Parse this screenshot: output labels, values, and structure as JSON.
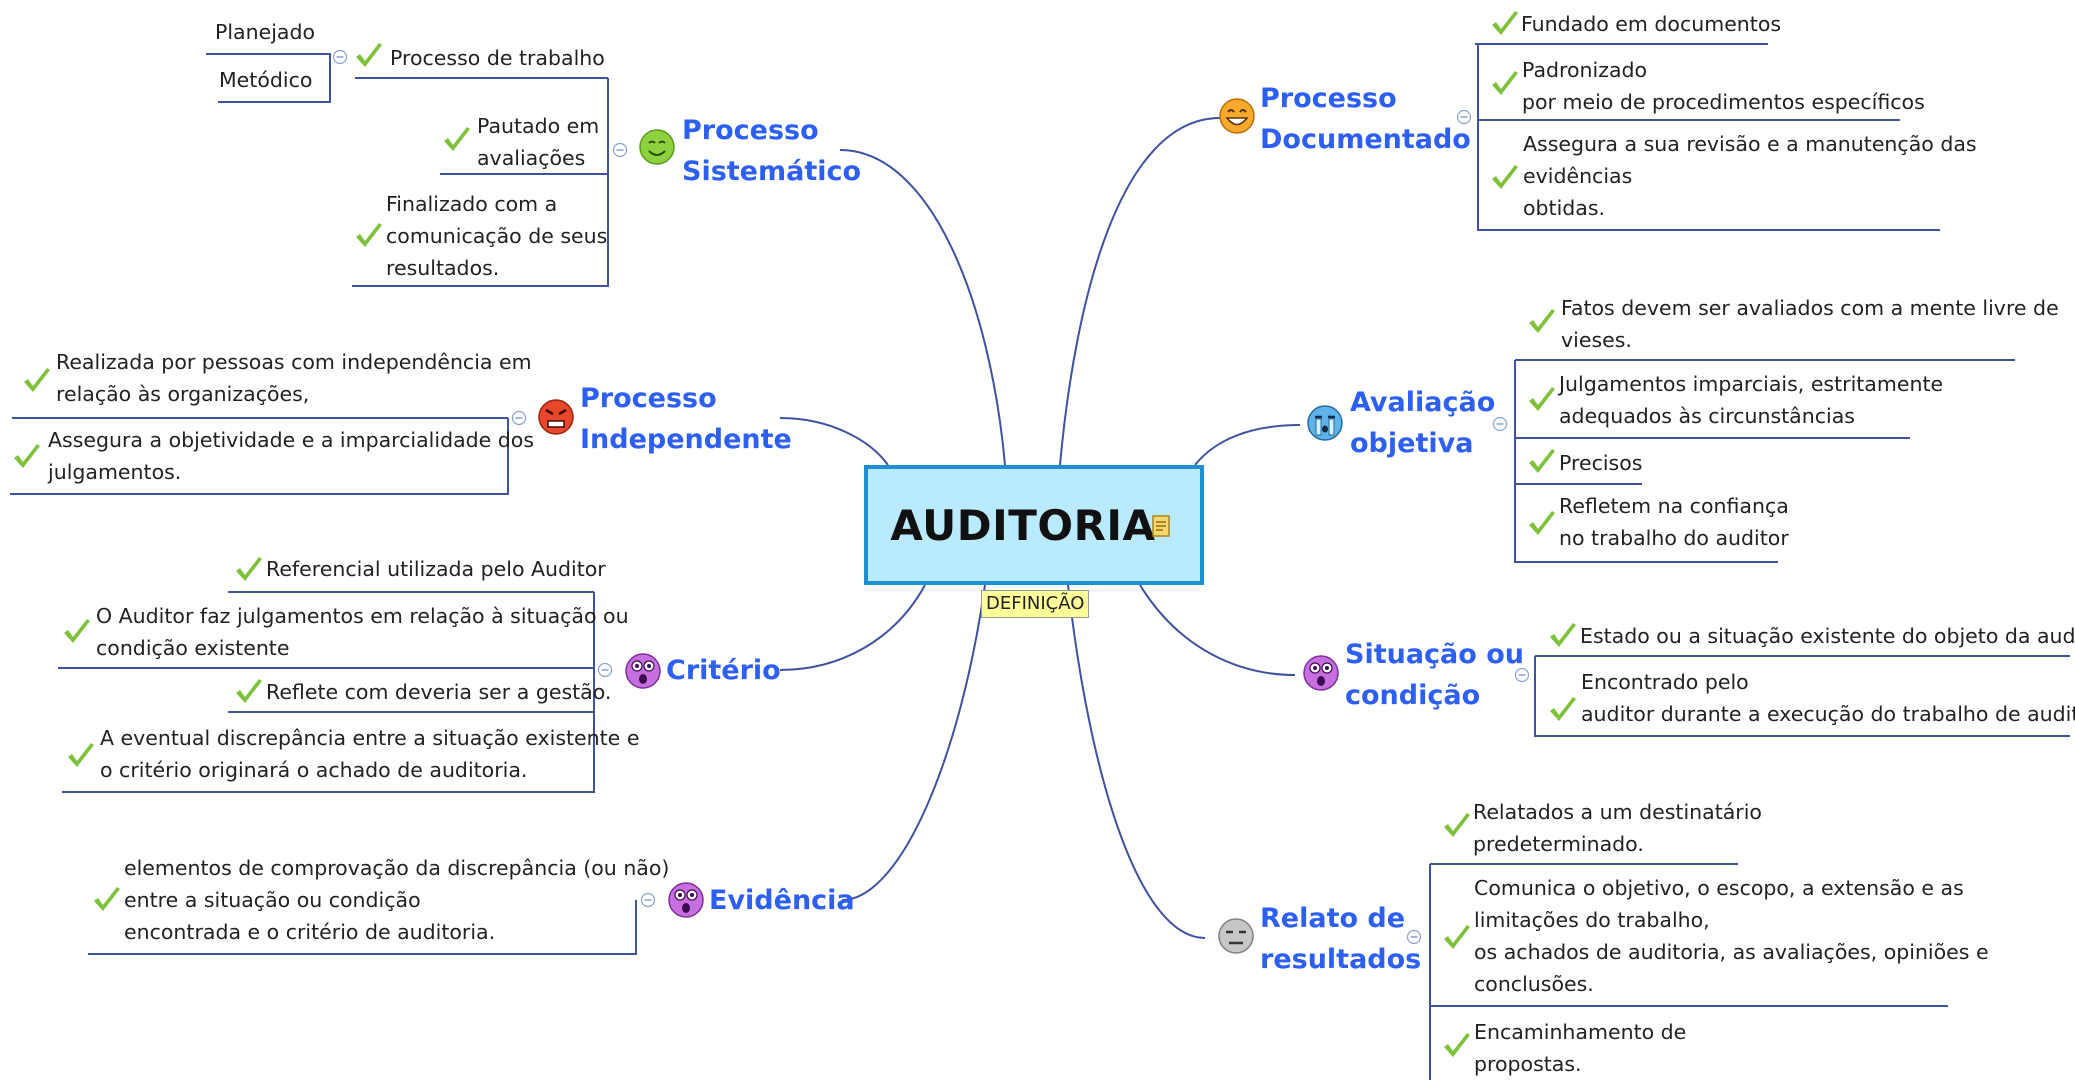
{
  "central": {
    "title": "AUDITORIA",
    "tag": "DEFINIÇÃO"
  },
  "colors": {
    "branch_text": "#2d5ff2",
    "line": "#3f51a0",
    "central_fill": "#b9eaff",
    "central_border": "#1e8fd0",
    "check": "#7ec23a",
    "tag_fill": "#ffff99"
  },
  "branches": {
    "sistematico": {
      "title_lines": [
        "Processo",
        "Sistemático"
      ],
      "icon": "smile-face-icon",
      "items": [
        {
          "lines": [
            "Processo de trabalho"
          ],
          "sub": [
            "Planejado",
            "Metódico"
          ]
        },
        {
          "lines": [
            "Pautado em",
            "avaliações"
          ]
        },
        {
          "lines": [
            "Finalizado com a",
            "comunicação de seus",
            "resultados."
          ]
        }
      ]
    },
    "independente": {
      "title_lines": [
        "Processo",
        "Independente"
      ],
      "icon": "angry-face-icon",
      "items": [
        {
          "lines": [
            "Realizada por pessoas com independência em",
            "relação às organizações,"
          ]
        },
        {
          "lines": [
            "Assegura a objetividade e a imparcialidade dos",
            "julgamentos."
          ]
        }
      ]
    },
    "criterio": {
      "title_lines": [
        "Critério"
      ],
      "icon": "surprised-face-icon",
      "items": [
        {
          "lines": [
            "Referencial utilizada pelo Auditor"
          ]
        },
        {
          "lines": [
            "O Auditor faz julgamentos em relação à situação ou",
            "condição existente"
          ]
        },
        {
          "lines": [
            "Reflete com deveria ser a gestão."
          ]
        },
        {
          "lines": [
            "A eventual discrepância entre a situação existente e",
            "o critério originará o achado de auditoria."
          ]
        }
      ]
    },
    "evidencia": {
      "title_lines": [
        "Evidência"
      ],
      "icon": "surprised-face-icon",
      "items": [
        {
          "lines": [
            "elementos de comprovação da discrepância (ou não)",
            "entre a situação ou condição",
            "encontrada e o critério de auditoria."
          ]
        }
      ]
    },
    "documentado": {
      "title_lines": [
        "Processo",
        "Documentado"
      ],
      "icon": "grin-face-icon",
      "items": [
        {
          "lines": [
            "Fundado em documentos"
          ]
        },
        {
          "lines": [
            "Padronizado",
            "por meio de procedimentos específicos"
          ]
        },
        {
          "lines": [
            "Assegura a sua revisão e a manutenção das",
            "evidências",
            "obtidas."
          ]
        }
      ]
    },
    "avaliacao": {
      "title_lines": [
        "Avaliação",
        "objetiva"
      ],
      "icon": "crying-face-icon",
      "items": [
        {
          "lines": [
            "Fatos devem ser avaliados com a mente livre de",
            "vieses."
          ]
        },
        {
          "lines": [
            "Julgamentos imparciais, estritamente",
            "adequados às circunstâncias"
          ]
        },
        {
          "lines": [
            "Precisos"
          ]
        },
        {
          "lines": [
            "Refletem na confiança",
            "no trabalho do auditor"
          ]
        }
      ]
    },
    "situacao": {
      "title_lines": [
        "Situação ou",
        "condição"
      ],
      "icon": "surprised-face-icon",
      "items": [
        {
          "lines": [
            "Estado ou a situação existente do objeto da auditoria"
          ]
        },
        {
          "lines": [
            "Encontrado pelo",
            "auditor durante a execução do trabalho de auditoria."
          ]
        }
      ]
    },
    "relato": {
      "title_lines": [
        "Relato de",
        "resultados"
      ],
      "icon": "neutral-face-icon",
      "items": [
        {
          "lines": [
            "Relatados a um destinatário",
            "predeterminado."
          ]
        },
        {
          "lines": [
            "Comunica o objetivo, o escopo, a extensão e as",
            "limitações do trabalho,",
            "os achados de auditoria, as avaliações, opiniões e",
            "conclusões."
          ]
        },
        {
          "lines": [
            "Encaminhamento de",
            "propostas."
          ]
        }
      ]
    }
  }
}
